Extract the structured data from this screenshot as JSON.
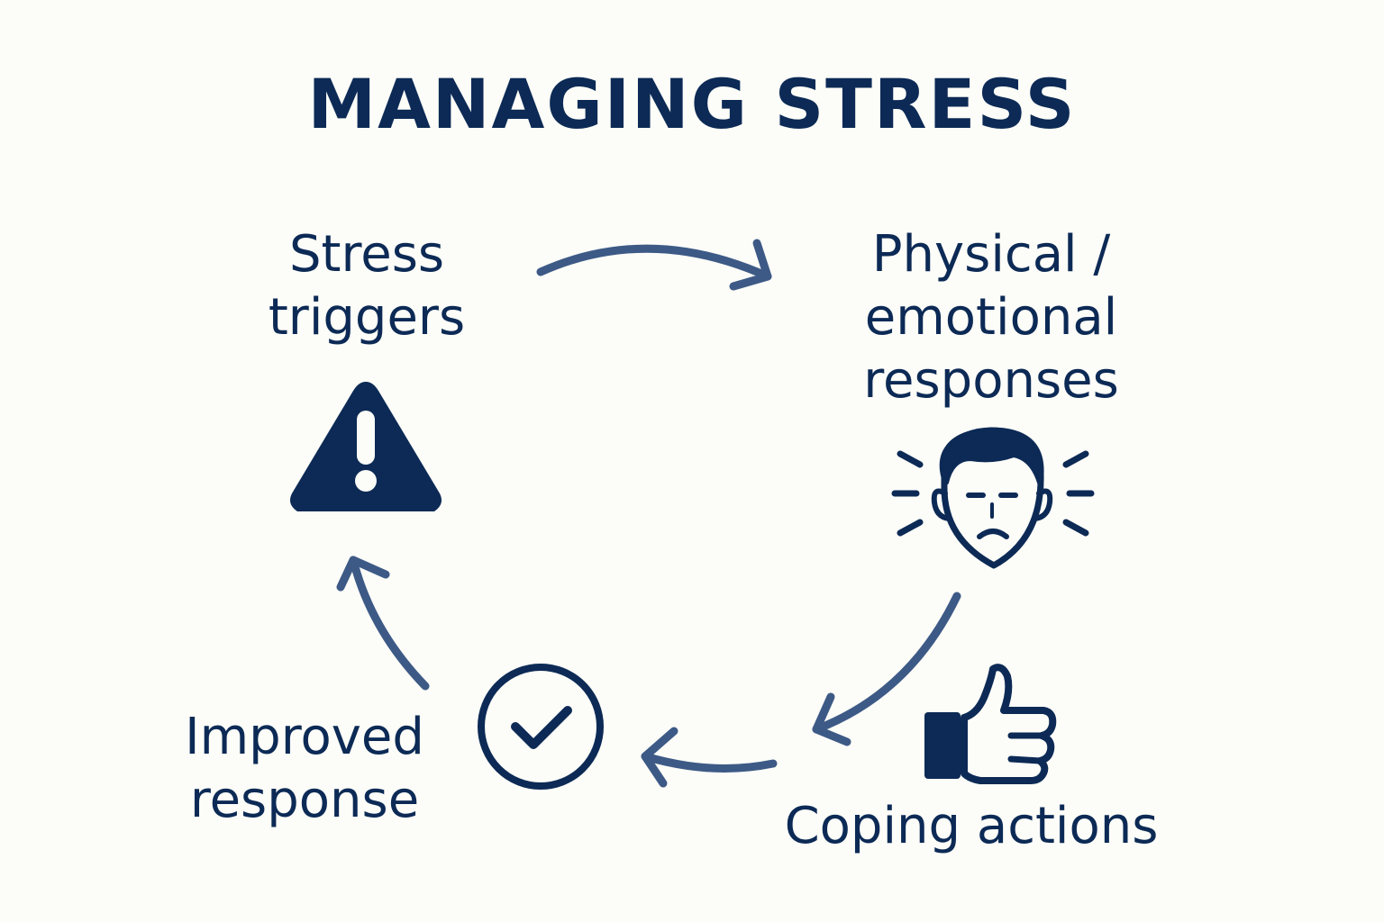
{
  "title": "MANAGING STRESS",
  "stages": {
    "triggers": {
      "lines": [
        "Stress",
        "triggers"
      ],
      "icon": "warning-triangle-icon"
    },
    "responses": {
      "lines": [
        "Physical /",
        "emotional",
        "responses"
      ],
      "icon": "stressed-face-icon"
    },
    "coping": {
      "lines": [
        "Coping actions"
      ],
      "icon": "thumbs-up-icon"
    },
    "improved": {
      "lines": [
        "Improved",
        "response"
      ],
      "icon": "check-circle-icon"
    }
  },
  "colors": {
    "primary": "#0c2a55",
    "arrow": "#3d5a86",
    "background": "#fcfcf8"
  }
}
